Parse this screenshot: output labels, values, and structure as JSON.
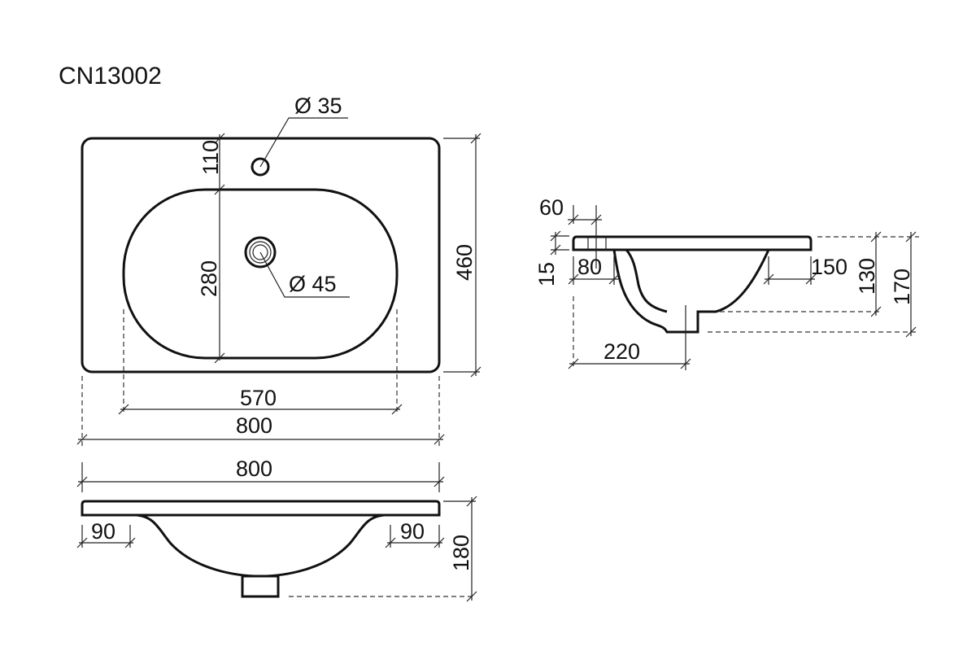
{
  "title": "CN13002",
  "top_view": {
    "hole_faucet": "Ø 35",
    "hole_drain": "Ø 45",
    "dim_110": "110",
    "dim_280": "280",
    "dim_460": "460",
    "dim_570": "570",
    "dim_800": "800"
  },
  "front_view": {
    "dim_800": "800",
    "dim_90_left": "90",
    "dim_90_right": "90",
    "dim_180": "180"
  },
  "side_view": {
    "dim_60": "60",
    "dim_15": "15",
    "dim_80": "80",
    "dim_150": "150",
    "dim_130": "130",
    "dim_170": "170",
    "dim_220": "220"
  }
}
